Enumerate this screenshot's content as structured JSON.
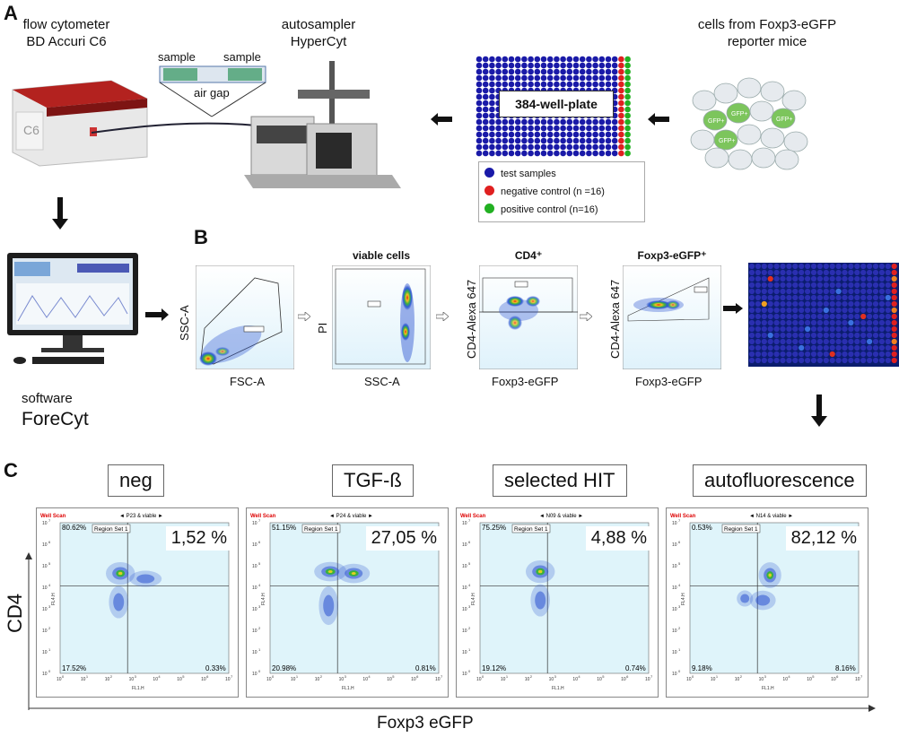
{
  "panel_a": {
    "letter": "A",
    "cytometer_line1": "flow cytometer",
    "cytometer_line2": "BD Accuri C6",
    "autosampler_line1": "autosampler",
    "autosampler_line2": "HyperCyt",
    "sample_left": "sample",
    "sample_right": "sample",
    "air_gap": "air gap",
    "plate_label": "384-well-plate",
    "cells_line1": "cells from Foxp3-eGFP",
    "cells_line2": "reporter mice",
    "gfp_label": "GFP+",
    "legend": [
      {
        "label": "test samples",
        "color": "#1a1aa8"
      },
      {
        "label": "negative control (n =16)",
        "color": "#e02020"
      },
      {
        "label": "positive control (n=16)",
        "color": "#22b022"
      }
    ]
  },
  "software": {
    "line1": "software",
    "line2": "ForeCyt"
  },
  "panel_b": {
    "letter": "B",
    "plots": [
      {
        "title": "",
        "ylabel": "SSC-A",
        "xlabel": "FSC-A"
      },
      {
        "title": "viable cells",
        "ylabel": "PI",
        "xlabel": "SSC-A"
      },
      {
        "title": "CD4⁺",
        "ylabel": "CD4-Alexa 647",
        "xlabel": "Foxp3-eGFP"
      },
      {
        "title": "Foxp3-eGFP⁺",
        "ylabel": "CD4-Alexa 647",
        "xlabel": "Foxp3-eGFP"
      }
    ]
  },
  "panel_c": {
    "letter": "C",
    "yaxis": "CD4",
    "xaxis": "Foxp3 eGFP",
    "well_scan": "Well Scan",
    "region": "Region Set 1",
    "fl1": "FL1.H",
    "fl4": "FL4.H",
    "plots": [
      {
        "condition": "neg",
        "well": "P23 & viable",
        "ul": "80.62%",
        "ll": "17.52%",
        "lr": "0.33%",
        "ur_value": "1,52 %"
      },
      {
        "condition": "TGF-ß",
        "well": "P24 & viable",
        "ul": "51.15%",
        "ll": "20.98%",
        "lr": "0.81%",
        "ur_value": "27,05 %"
      },
      {
        "condition": "selected HIT",
        "well": "N09 & viable",
        "ul": "75.25%",
        "ll": "19.12%",
        "lr": "0.74%",
        "ur_value": "4,88 %"
      },
      {
        "condition": "autofluorescence",
        "well": "N14 & viable",
        "ul": "0.53%",
        "ll": "9.18%",
        "lr": "8.16%",
        "ur_value": "82,12 %"
      }
    ]
  }
}
